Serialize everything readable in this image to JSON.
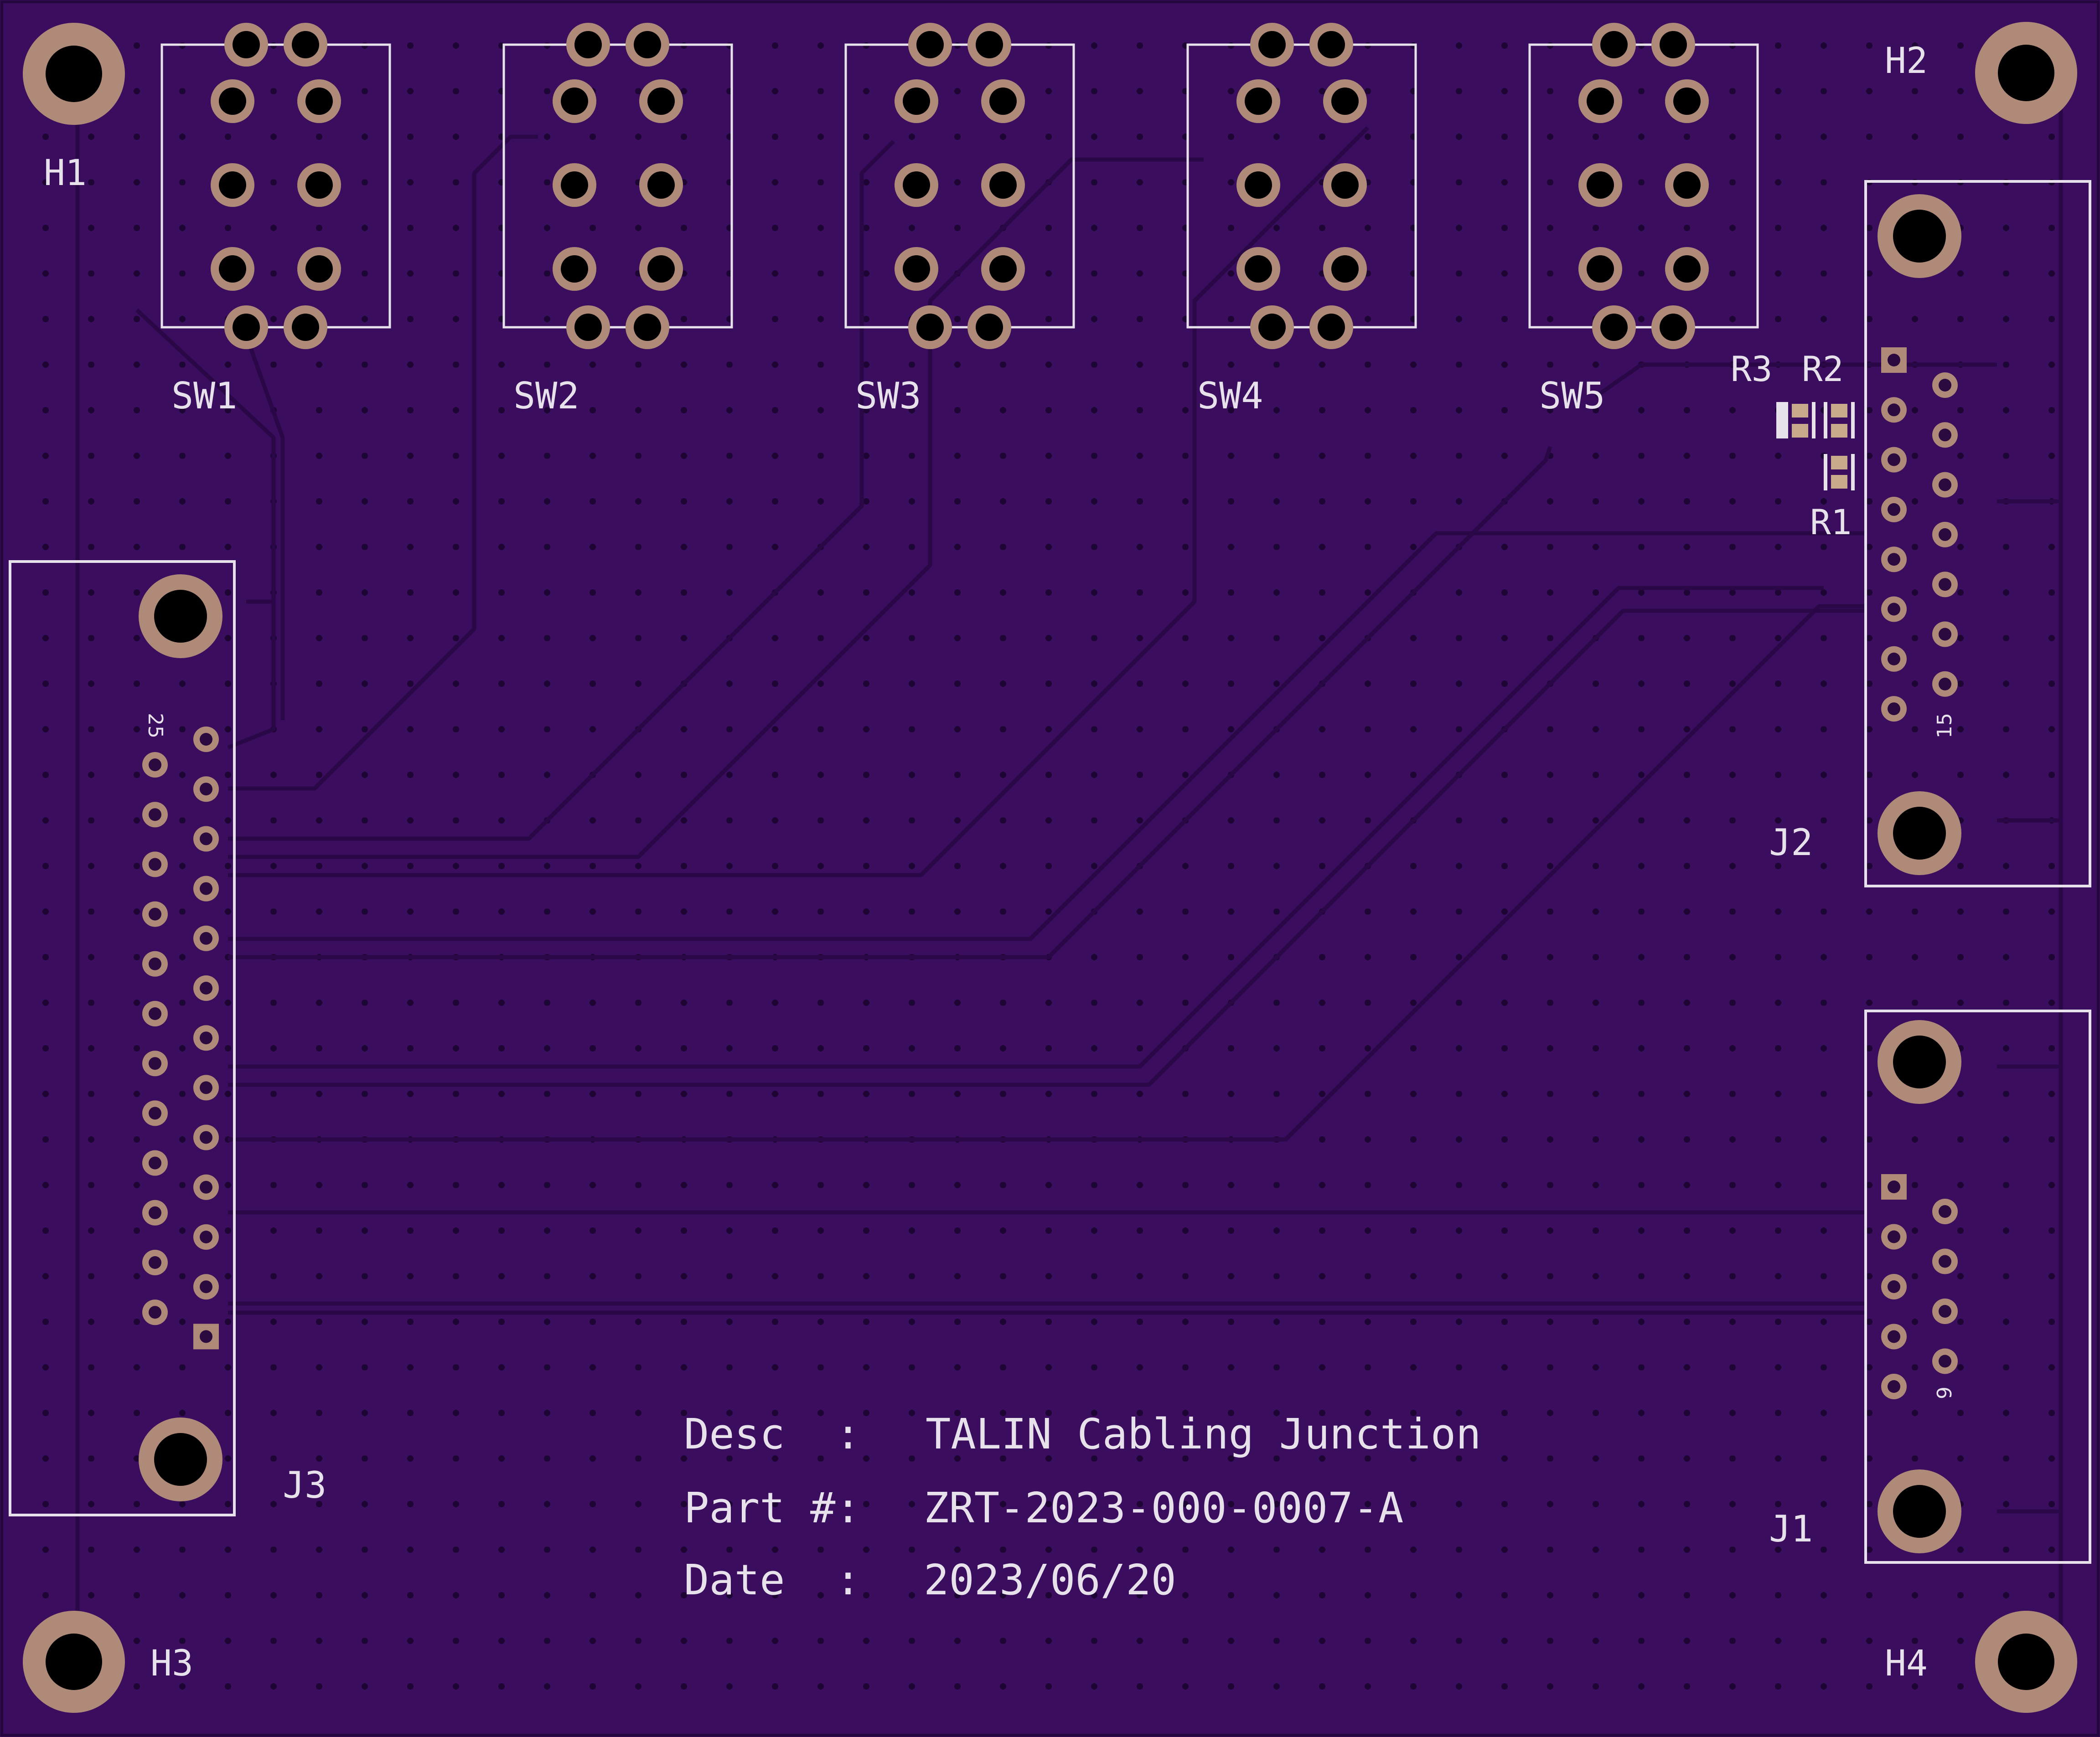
{
  "board": {
    "background": "#3b0d5e",
    "trace_color": "#2a0848",
    "pad_color": "#b08a78",
    "silk_color": "#e6e1ea",
    "via_color": "#1c0630"
  },
  "holes": [
    {
      "id": "H1",
      "label": "H1"
    },
    {
      "id": "H2",
      "label": "H2"
    },
    {
      "id": "H3",
      "label": "H3"
    },
    {
      "id": "H4",
      "label": "H4"
    }
  ],
  "switches": [
    {
      "id": "SW1",
      "label": "SW1"
    },
    {
      "id": "SW2",
      "label": "SW2"
    },
    {
      "id": "SW3",
      "label": "SW3"
    },
    {
      "id": "SW4",
      "label": "SW4"
    },
    {
      "id": "SW5",
      "label": "SW5"
    }
  ],
  "connectors": {
    "J1": {
      "label": "J1",
      "pin_label": "9"
    },
    "J2": {
      "label": "J2",
      "pin_label": "15"
    },
    "J3": {
      "label": "J3",
      "pin_label": "25"
    }
  },
  "resistors": {
    "R1": "R1",
    "R2": "R2",
    "R3": "R3"
  },
  "title_block": {
    "desc_label": "Desc  :",
    "desc_value": "TALIN Cabling Junction",
    "part_label": "Part #:",
    "part_value": "ZRT-2023-000-0007-A",
    "date_label": "Date  :",
    "date_value": "2023/06/20"
  }
}
